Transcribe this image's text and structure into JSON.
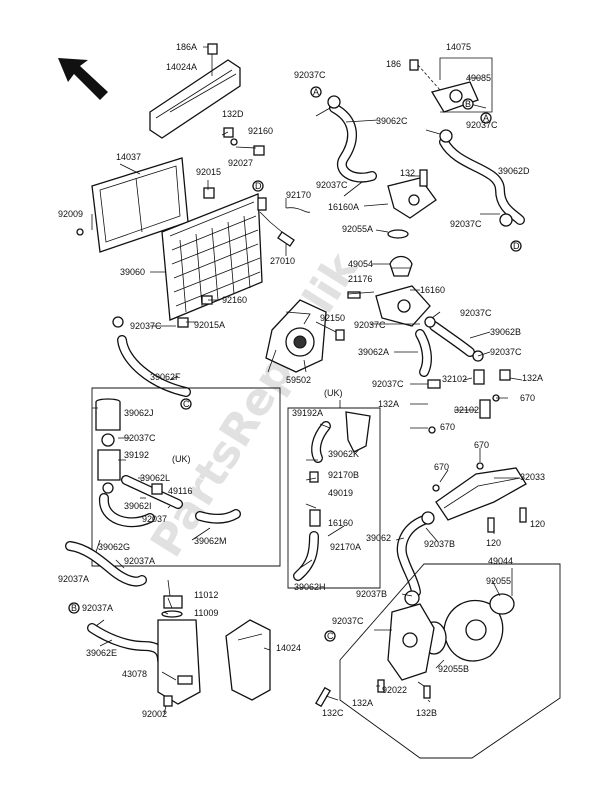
{
  "watermark": "PartsRepublik",
  "labels": {
    "p186a": "186A",
    "p14024a": "14024A",
    "p132d": "132D",
    "p92160a": "92160",
    "p92027": "92027",
    "p14037": "14037",
    "p92015": "92015",
    "p92009": "92009",
    "p39060": "39060",
    "p92160b": "92160",
    "p92037c_l": "92037C",
    "p92015a": "92015A",
    "p92170": "92170",
    "p27010": "27010",
    "p92150": "92150",
    "p59502": "59502",
    "p39062f": "39062F",
    "p14075": "14075",
    "p186": "186",
    "p49085": "49085",
    "p92037c_a": "92037C",
    "p39062c": "39062C",
    "p92037c_t": "92037C",
    "p92037c_b": "92037C",
    "p132": "132",
    "p16160a": "16160A",
    "p92055a": "92055A",
    "p39062d": "39062D",
    "p92037c_d": "92037C",
    "p49054": "49054",
    "p21176": "21176",
    "p16160": "16160",
    "p92037c_r1": "92037C",
    "p92037c_r2": "92037C",
    "p39062b": "39062B",
    "p39062a": "39062A",
    "p92037c_r3": "92037C",
    "p92037c_r4": "92037C",
    "p32102a": "32102",
    "p132a_r": "132A",
    "p132a_l": "132A",
    "p670a": "670",
    "p32102b": "32102",
    "p670b": "670",
    "uk1": "(UK)",
    "p39192a": "39192A",
    "p39062k": "39062K",
    "p92170b": "92170B",
    "p49019": "49019",
    "p16160b": "16160",
    "p92170a": "92170A",
    "p39062h": "39062H",
    "p39062j": "39062J",
    "p92037c_j": "92037C",
    "p39192": "39192",
    "uk2": "(UK)",
    "p39062l": "39062L",
    "p49116": "49116",
    "p39062i": "39062I",
    "p92037": "92037",
    "p39062m": "39062M",
    "p670c": "670",
    "p670d": "670",
    "p32033": "32033",
    "p120a": "120",
    "p120b": "120",
    "p39062": "39062",
    "p92037b": "92037B",
    "p49044": "49044",
    "p92037b_2": "92037B",
    "p92055": "92055",
    "p92037c_p": "92037C",
    "p92055b": "92055B",
    "p92022": "92022",
    "p132a_p": "132A",
    "p132b": "132B",
    "p132c": "132C",
    "p39062g": "39062G",
    "p92037a_1": "92037A",
    "p92037a_2": "92037A",
    "p11012": "11012",
    "p11009": "11009",
    "p92037a_3": "92037A",
    "p39062e": "39062E",
    "p43078": "43078",
    "p92002": "92002",
    "p14024": "14024"
  },
  "callouts": {
    "a": "A",
    "b": "B",
    "c": "C",
    "d": "D"
  }
}
